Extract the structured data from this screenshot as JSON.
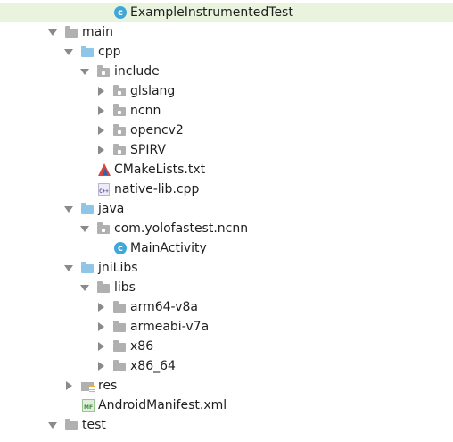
{
  "tree": {
    "rows": [
      {
        "label": "ExampleInstrumentedTest",
        "icon": "test-class-icon",
        "arrow": "none",
        "depth": 6,
        "highlight": true
      },
      {
        "label": "main",
        "icon": "folder-icon",
        "arrow": "down",
        "depth": 3
      },
      {
        "label": "cpp",
        "icon": "source-folder-icon",
        "arrow": "down",
        "depth": 4
      },
      {
        "label": "include",
        "icon": "package-folder-icon",
        "arrow": "down",
        "depth": 5
      },
      {
        "label": "glslang",
        "icon": "package-folder-icon",
        "arrow": "right",
        "depth": 6
      },
      {
        "label": "ncnn",
        "icon": "package-folder-icon",
        "arrow": "right",
        "depth": 6
      },
      {
        "label": "opencv2",
        "icon": "package-folder-icon",
        "arrow": "right",
        "depth": 6
      },
      {
        "label": "SPIRV",
        "icon": "package-folder-icon",
        "arrow": "right",
        "depth": 6
      },
      {
        "label": "CMakeLists.txt",
        "icon": "cmake-icon",
        "arrow": "none",
        "depth": 5
      },
      {
        "label": "native-lib.cpp",
        "icon": "cpp-file-icon",
        "arrow": "none",
        "depth": 5
      },
      {
        "label": "java",
        "icon": "source-folder-icon",
        "arrow": "down",
        "depth": 4
      },
      {
        "label": "com.yolofastest.ncnn",
        "icon": "package-folder-icon",
        "arrow": "down",
        "depth": 5
      },
      {
        "label": "MainActivity",
        "icon": "class-icon",
        "arrow": "none",
        "depth": 6
      },
      {
        "label": "jniLibs",
        "icon": "source-folder-icon",
        "arrow": "down",
        "depth": 4
      },
      {
        "label": "libs",
        "icon": "folder-icon",
        "arrow": "down",
        "depth": 5
      },
      {
        "label": "arm64-v8a",
        "icon": "folder-icon",
        "arrow": "right",
        "depth": 6
      },
      {
        "label": "armeabi-v7a",
        "icon": "folder-icon",
        "arrow": "right",
        "depth": 6
      },
      {
        "label": "x86",
        "icon": "folder-icon",
        "arrow": "right",
        "depth": 6
      },
      {
        "label": "x86_64",
        "icon": "folder-icon",
        "arrow": "right",
        "depth": 6
      },
      {
        "label": "res",
        "icon": "resources-folder-icon",
        "arrow": "right",
        "depth": 4
      },
      {
        "label": "AndroidManifest.xml",
        "icon": "manifest-icon",
        "arrow": "none",
        "depth": 4
      },
      {
        "label": "test",
        "icon": "folder-icon",
        "arrow": "down",
        "depth": 3
      }
    ]
  },
  "colors": {
    "highlight": "#e9f3dd",
    "source_folder": "#8fc6e8",
    "folder": "#b0b0b0",
    "class_icon": "#41a7d6"
  }
}
